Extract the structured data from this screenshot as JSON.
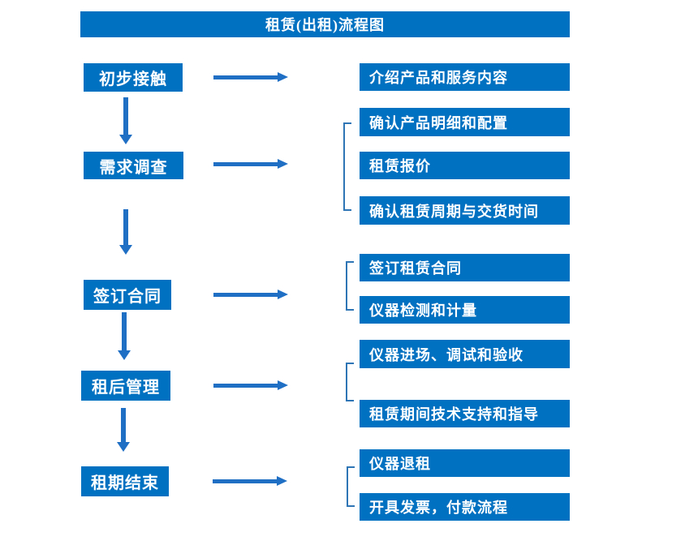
{
  "title": "租赁(出租)流程图",
  "colors": {
    "box_blue": "#0070C0",
    "arrow_blue": "#1F6FC5",
    "bracket_blue": "#2E75B6",
    "text_white": "#FFFFFF"
  },
  "stages": [
    {
      "label": "初步接触",
      "items": [
        "介绍产品和服务内容"
      ]
    },
    {
      "label": "需求调查",
      "items": [
        "确认产品明细和配置",
        "租赁报价",
        "确认租赁周期与交货时间"
      ]
    },
    {
      "label": "签订合同",
      "items": [
        "签订租赁合同",
        "仪器检测和计量"
      ]
    },
    {
      "label": "租后管理",
      "items": [
        "仪器进场、调试和验收",
        "租赁期间技术支持和指导"
      ]
    },
    {
      "label": "租期结束",
      "items": [
        "仪器退租",
        "开具发票，付款流程"
      ]
    }
  ]
}
